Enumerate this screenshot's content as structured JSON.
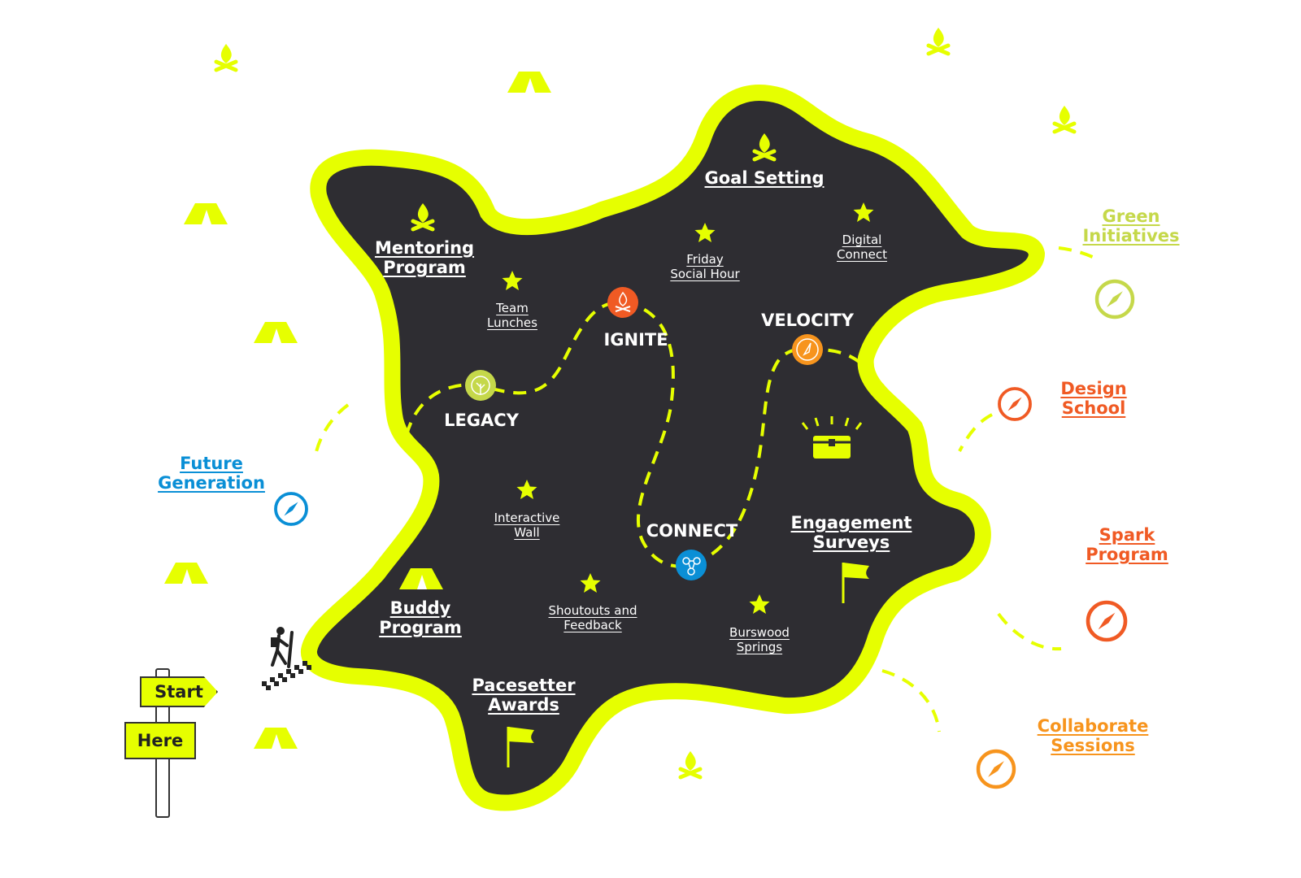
{
  "colors": {
    "island": "#2e2d32",
    "path": "#e6ff00",
    "green": "#c5d84a",
    "orange": "#f05a24",
    "amber": "#f7941d",
    "blue": "#0a8fd6",
    "white": "#ffffff"
  },
  "stages": {
    "legacy": "LEGACY",
    "ignite": "IGNITE",
    "velocity": "VELOCITY",
    "connect": "CONNECT"
  },
  "programs": {
    "goal_setting": "Goal Setting",
    "mentoring": [
      "Mentoring",
      "Program"
    ],
    "buddy": [
      "Buddy",
      "Program"
    ],
    "pacesetter": [
      "Pacesetter",
      "Awards"
    ],
    "engagement": [
      "Engagement",
      "Surveys"
    ]
  },
  "activities": {
    "friday": [
      "Friday",
      "Social Hour"
    ],
    "digital": [
      "Digital",
      "Connect"
    ],
    "team_lunches": [
      "Team",
      "Lunches"
    ],
    "interactive_wall": [
      "Interactive",
      "Wall"
    ],
    "shoutouts": [
      "Shoutouts and",
      "Feedback"
    ],
    "burswood": [
      "Burswood",
      "Springs"
    ]
  },
  "external": {
    "green": [
      "Green",
      "Initiatives"
    ],
    "design": [
      "Design",
      "School"
    ],
    "spark": [
      "Spark",
      "Program"
    ],
    "collaborate": [
      "Collaborate",
      "Sessions"
    ],
    "future": [
      "Future",
      "Generation"
    ]
  },
  "signpost": {
    "start": "Start",
    "here": "Here"
  }
}
